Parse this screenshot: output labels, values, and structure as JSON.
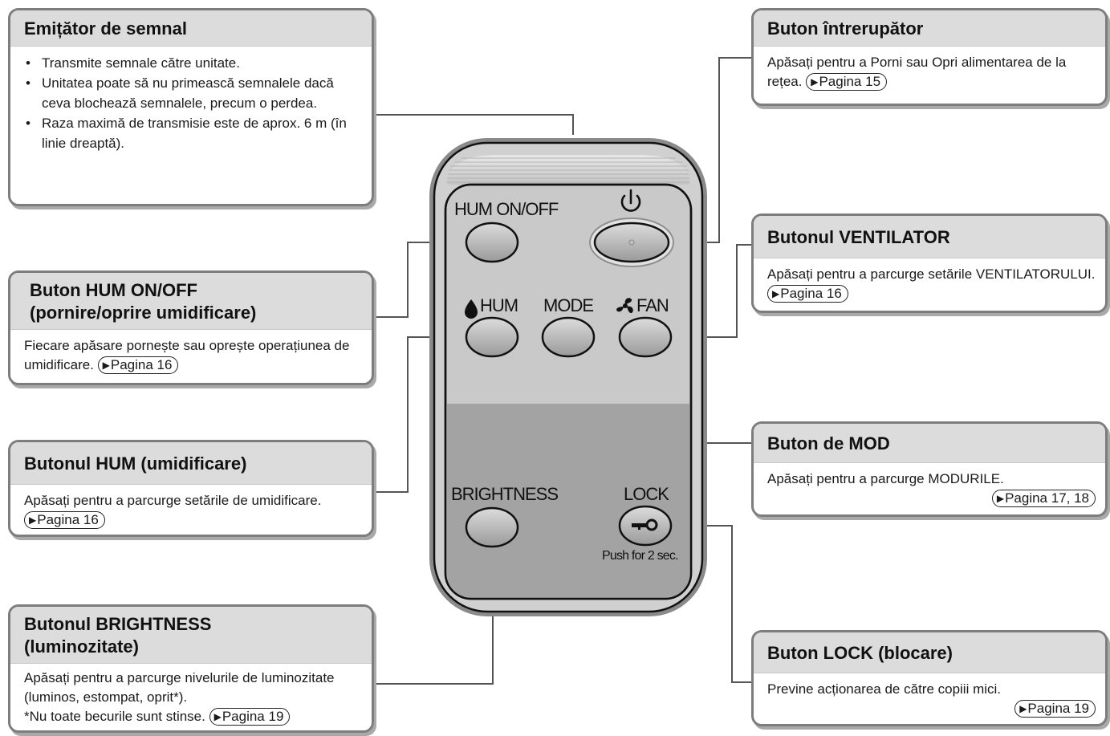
{
  "remote": {
    "labels": {
      "hum_onoff": "HUM ON/OFF",
      "hum": "HUM",
      "mode": "MODE",
      "fan": "FAN",
      "brightness": "BRIGHTNESS",
      "lock": "LOCK",
      "lock_hint": "Push for 2 sec."
    },
    "icons": [
      "power-icon",
      "drop-icon",
      "fan-icon",
      "key-icon"
    ]
  },
  "callouts": {
    "emitter": {
      "title": "Emițător de semnal",
      "bullets": [
        "Transmite semnale către unitate.",
        "Unitatea poate să nu primească semnalele dacă ceva blochează semnalele, precum o perdea.",
        "Raza maximă de transmisie este de aprox. 6 m (în linie dreaptă)."
      ]
    },
    "hum_onoff": {
      "title_line1": "Buton HUM ON/OFF",
      "title_line2": "(pornire/oprire umidificare)",
      "text": "Fiecare apăsare pornește sau oprește operațiunea de umidificare.",
      "page_ref": "Pagina 16"
    },
    "hum": {
      "title": "Butonul HUM (umidificare)",
      "text": "Apăsați pentru a parcurge setările de umidificare.",
      "page_ref": "Pagina 16"
    },
    "brightness": {
      "title_line1": "Butonul BRIGHTNESS",
      "title_line2": "(luminozitate)",
      "text": "Apăsați pentru a parcurge nivelurile de luminozitate (luminos, estompat, oprit*).",
      "note": "*Nu toate becurile sunt stinse.",
      "page_ref": "Pagina 19"
    },
    "power": {
      "title": "Buton întrerupător",
      "text": "Apăsați pentru a Porni sau Opri alimentarea de la rețea.",
      "page_ref": "Pagina 15"
    },
    "fan": {
      "title": "Butonul VENTILATOR",
      "text": "Apăsați pentru a parcurge setările VENTILATORULUI.",
      "page_ref": "Pagina 16"
    },
    "mode": {
      "title": "Buton de MOD",
      "text": "Apăsați pentru a parcurge MODURILE.",
      "page_ref": "Pagina 17, 18"
    },
    "lock": {
      "title": "Buton LOCK (blocare)",
      "text": "Previne acționarea de către copiii mici.",
      "page_ref": "Pagina 19"
    }
  },
  "colors": {
    "box_border": "#7d7d7d",
    "title_band": "#dcdcdc",
    "remote_body": "#c7c7c7",
    "remote_lower": "#a3a3a3"
  }
}
